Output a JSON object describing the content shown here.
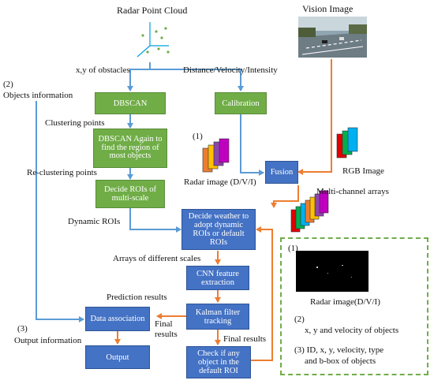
{
  "title": "Radar Point Cloud",
  "vision_title": "Vision Image",
  "colors": {
    "green_box": "#70ad47",
    "blue_box": "#4472c4",
    "arrow_blue": "#5b9bd5",
    "arrow_orange": "#ed7d31",
    "panel_border": "#70ad47"
  },
  "labels": {
    "xy_obstacles": "x,y of obstacles",
    "distance_velocity": "Distance/Velocity/Intensity",
    "objects_info_num": "(2)",
    "objects_info": "Objects information",
    "clustering_points": "Clustering points",
    "re_clustering_points": "Re-clustering points",
    "dynamic_rois": "Dynamic ROIs",
    "radar_image_num": "(1)",
    "radar_image": "Radar image (D/V/I)",
    "rgb_image": "RGB Image",
    "multi_channel": "Multi-channel arrays",
    "arrays_scales": "Arrays of different scales",
    "prediction_results": "Prediction results",
    "final_results_1": "Final",
    "final_results_2": "results",
    "final_results_right": "Final results",
    "output_info_num": "(3)",
    "output_info": "Output information"
  },
  "boxes": {
    "dbscan1": "DBSCAN",
    "dbscan2": "DBSCAN Again to find the region of most objects",
    "decide_rois": "Decide ROIs of multi-scale",
    "calibration": "Calibration",
    "fusion": "Fusion",
    "decide_weather": "Decide weather to adopt dynamic ROIs or default ROIs",
    "cnn": "CNN feature extraction",
    "kalman": "Kalman filter tracking",
    "check": "Check if any object in the default ROI",
    "data_assoc": "Data association",
    "output": "Output"
  },
  "legend_panel": {
    "item1_num": "(1)",
    "item1": "Radar image(D/V/I)",
    "item2_num": "(2)",
    "item2": "x, y and velocity of objects",
    "item3_line1": "(3) ID, x, y, velocity, type",
    "item3_line2": "and b-box of objects"
  }
}
